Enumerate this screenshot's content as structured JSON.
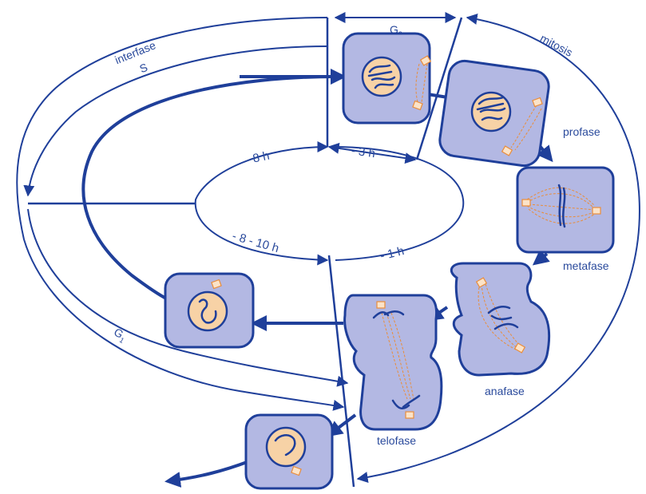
{
  "labels": {
    "interfase": "interfase",
    "s": "S",
    "g2": "G",
    "g2_sub": "2",
    "g1": "G",
    "g1_sub": "1",
    "mitosis": "mitosis"
  },
  "durations": {
    "s": "- 8 h",
    "g2": "- 3 h",
    "g1": "- 8 - 10 h",
    "m": "- 1 h"
  },
  "phases": {
    "profase": "profase",
    "metafase": "metafase",
    "anafase": "anafase",
    "telofase": "telofase"
  },
  "colors": {
    "line": "#1f3f9a",
    "cell_fill": "#b3b8e3",
    "nucleus_fill": "#f7d2a6",
    "spindle": "#e98d3b"
  }
}
